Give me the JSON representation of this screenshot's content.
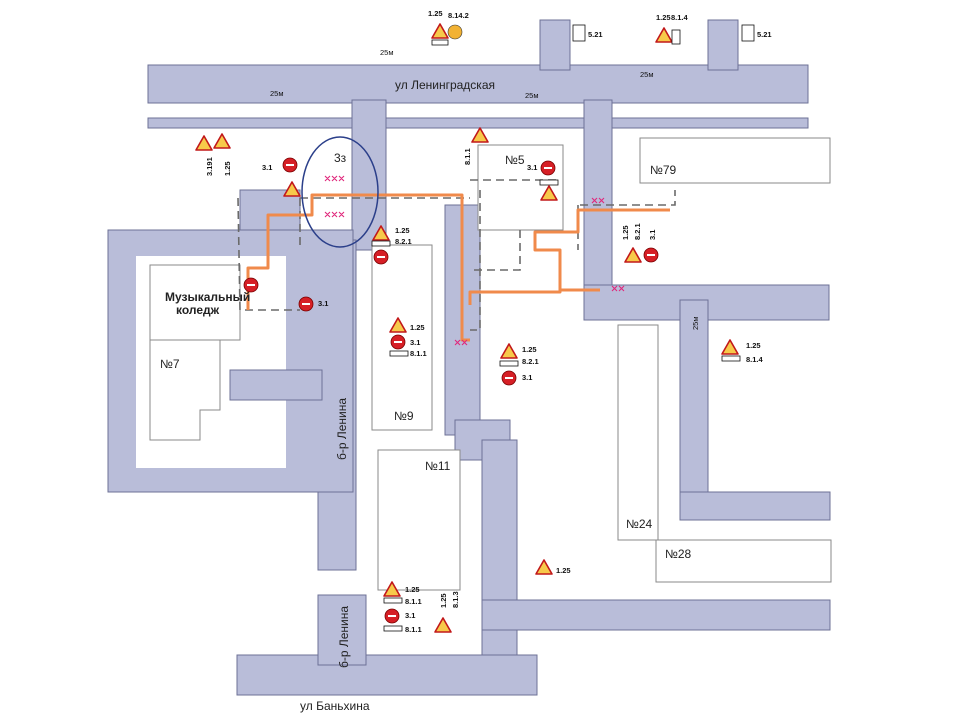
{
  "map": {
    "streets": {
      "leningradskaya": "ул Ленинградская",
      "lenina_mid": "б-р Ленина",
      "lenina_bottom": "б-р Ленина",
      "banykina": "ул Баньхина"
    },
    "buildings": {
      "college_line1": "Музыкальный",
      "college_line2": "коледж",
      "b7": "№7",
      "b9": "№9",
      "b11": "№11",
      "b5": "№5",
      "b79": "№79",
      "b24": "№24",
      "b28": "№28"
    },
    "annotation_circle": "3з",
    "distances": {
      "top_left": "25м",
      "top_right": "25м",
      "mid_left": "25м",
      "mid_right": "25м",
      "vertical_right": "25м"
    },
    "sign_labels": {
      "roadworks": "1.25",
      "no_entry": "3.1",
      "straight_ahead": "5.21",
      "plate_821": "8.2.1",
      "plate_813": "8.1.3",
      "plate_814": "8.1.4",
      "plate_811": "8.1.1",
      "plate_8142": "8.14.2",
      "plate_3191": "3.191",
      "small_31": "3.1"
    }
  }
}
